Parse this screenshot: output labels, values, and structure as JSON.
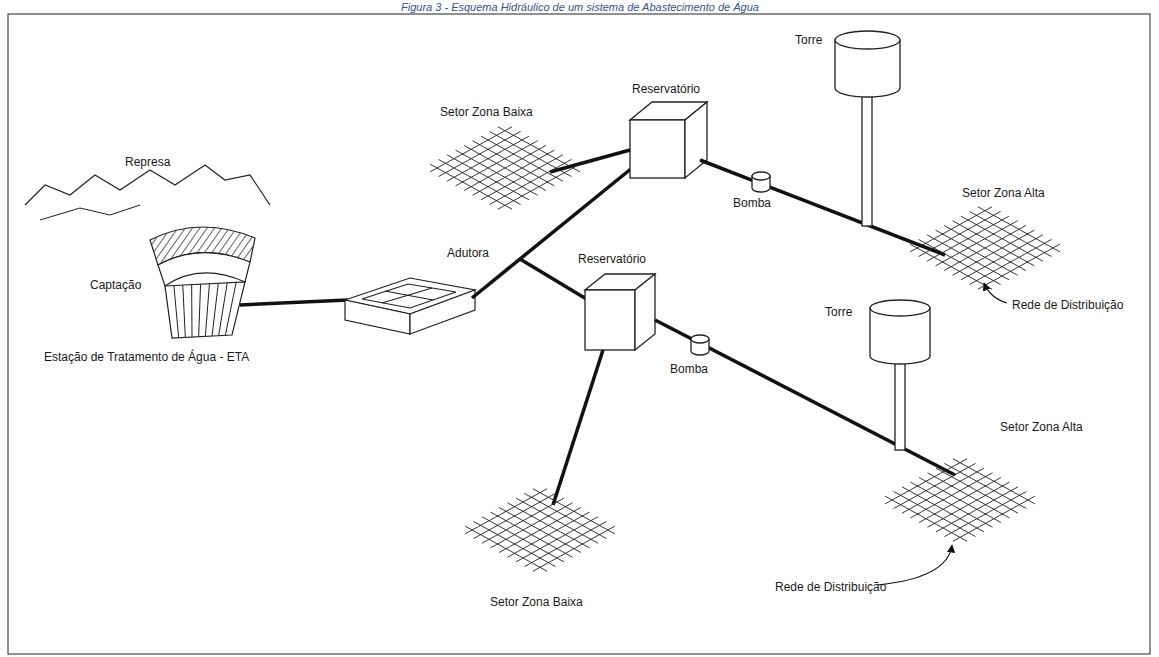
{
  "diagram": {
    "title": "Figura 3 - Esquema Hidráulico de um sistema de Abastecimento de Água",
    "labels": [
      "Torre",
      "Setor Zona Baixa",
      "Reservatório",
      "Setor Zona Alta",
      "Represa",
      "Bomba",
      "Adutora",
      "Rede de Distribuição",
      "Captação",
      "Reservatório",
      "Torre",
      "Estação de Tratamento de Água - ETA",
      "Bomba",
      "Setor Zona Alta",
      "Setor Zona Baixa",
      "Rede de Distribuição"
    ]
  }
}
